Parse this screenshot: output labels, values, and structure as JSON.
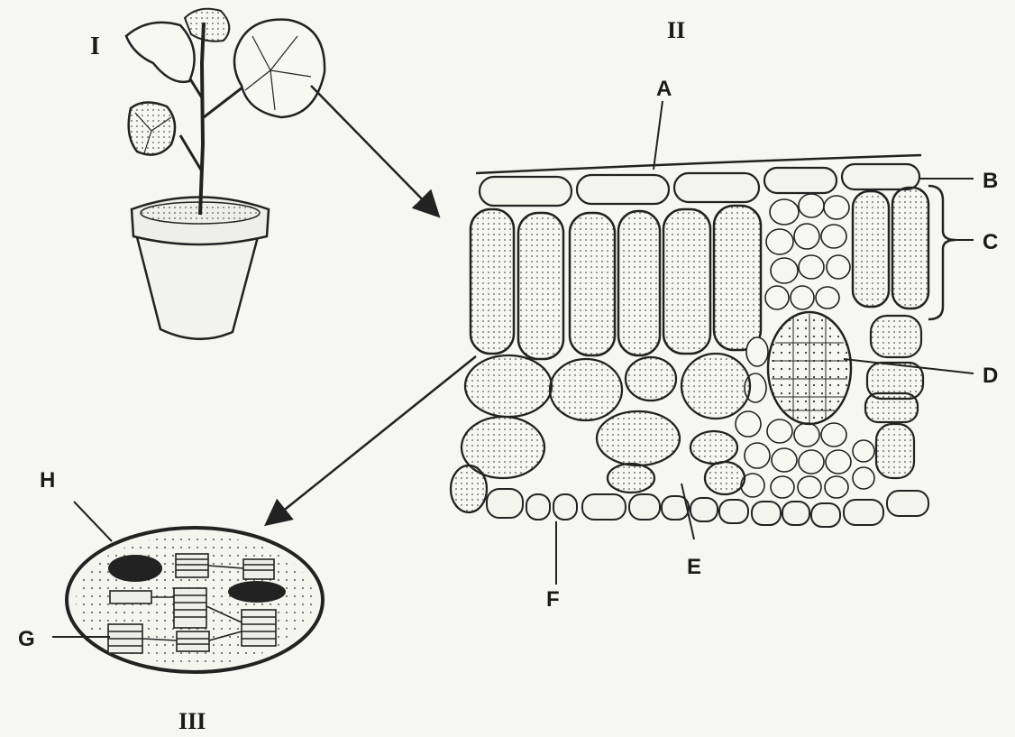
{
  "panels": {
    "plant": {
      "numeral": "I"
    },
    "leaf_section": {
      "numeral": "II"
    },
    "chloroplast": {
      "numeral": "III"
    }
  },
  "labels": {
    "A": "A",
    "B": "B",
    "C": "C",
    "D": "D",
    "E": "E",
    "F": "F",
    "G": "G",
    "H": "H"
  }
}
